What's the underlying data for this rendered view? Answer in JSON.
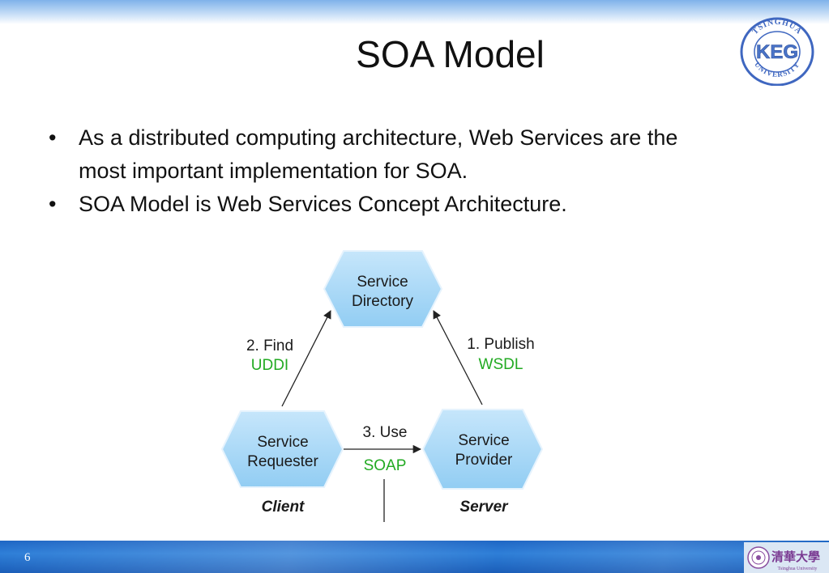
{
  "slide": {
    "title": "SOA Model",
    "page_number": "6"
  },
  "bullets": [
    {
      "marker": "•",
      "text": "As a distributed computing architecture,  Web Services are the most important implementation for SOA."
    },
    {
      "marker": "•",
      "text": "SOA Model is Web Services Concept Architecture."
    }
  ],
  "logo": {
    "top_text": "TSINGHUA",
    "center_text": "KEG",
    "bottom_text": "UNIVERSITY"
  },
  "footer_logo": {
    "chinese_text": "清華大學",
    "english_text": "Tsinghua University"
  },
  "diagram": {
    "nodes": {
      "directory": {
        "line1": "Service",
        "line2": "Directory"
      },
      "requester": {
        "line1": "Service",
        "line2": "Requester"
      },
      "provider": {
        "line1": "Service",
        "line2": "Provider"
      }
    },
    "roles": {
      "client": "Client",
      "server": "Server"
    },
    "edges": {
      "find": {
        "label": "2. Find",
        "protocol": "UDDI"
      },
      "publish": {
        "label": "1. Publish",
        "protocol": "WSDL"
      },
      "use": {
        "label": "3. Use",
        "protocol": "SOAP"
      }
    },
    "colors": {
      "node_fill": "#9fd3f5",
      "protocol_text": "#22aa22"
    }
  }
}
